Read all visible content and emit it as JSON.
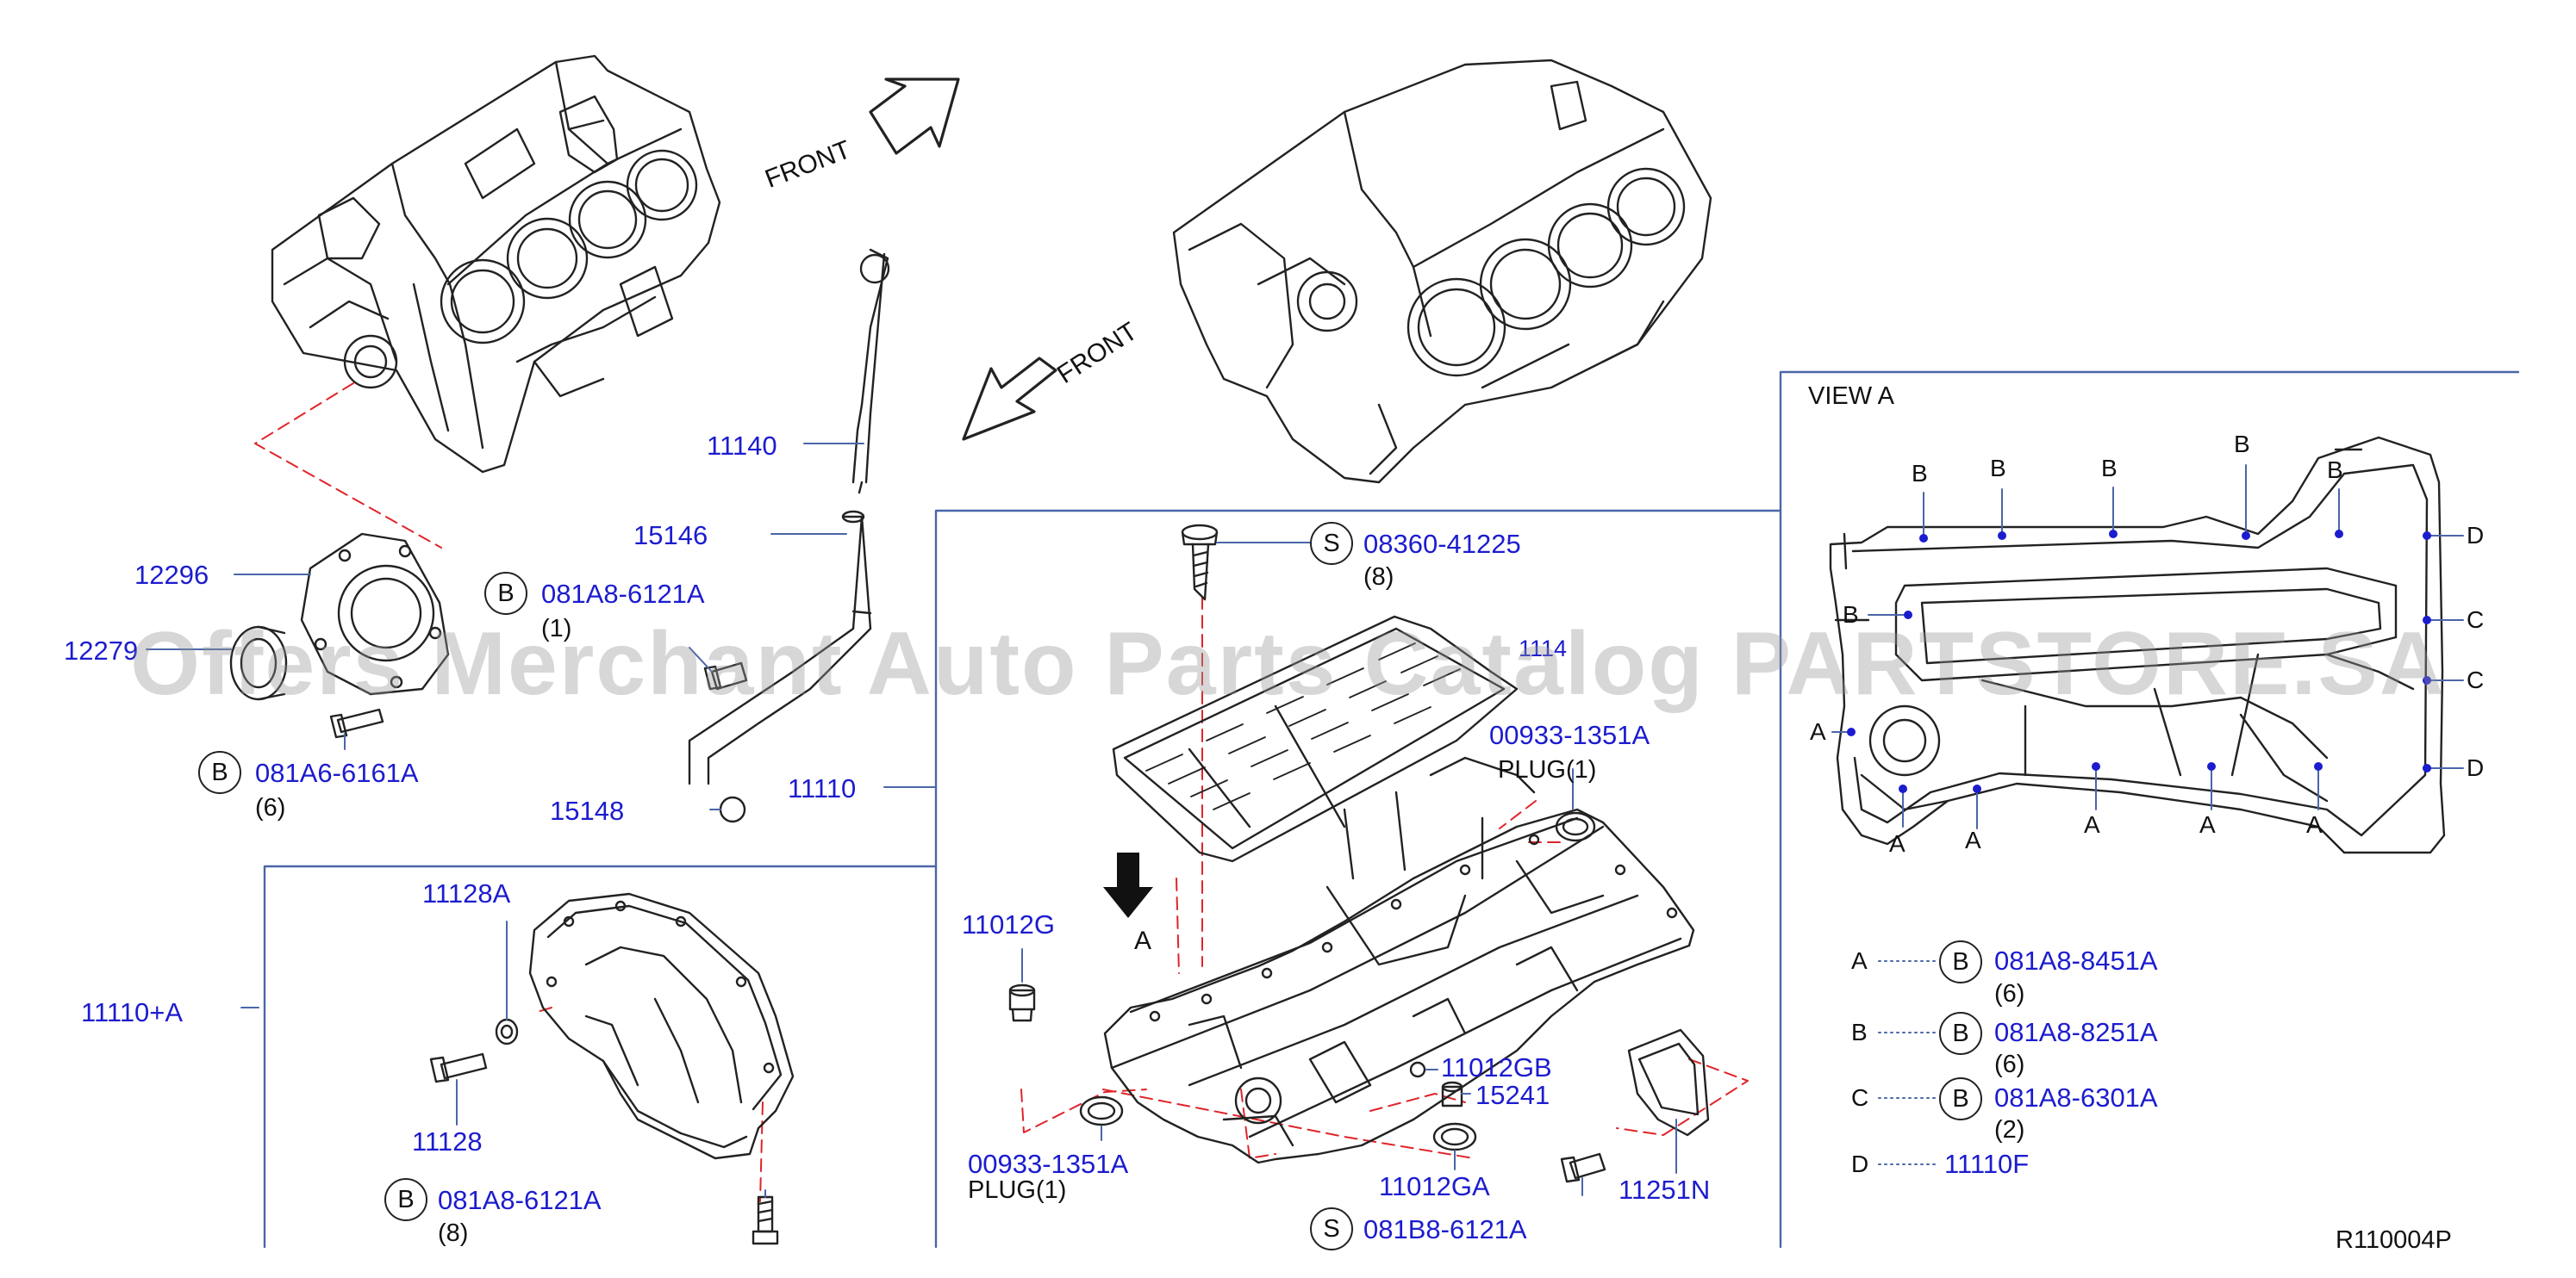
{
  "diagram": {
    "labels": {
      "front_upper": "FRONT",
      "front_lower": "FRONT",
      "view_a": "VIEW  A",
      "arrow_a": "A",
      "plug_right": "PLUG(1)",
      "plug_left": "PLUG(1)",
      "figure_ref": "R110004P"
    },
    "parts": {
      "p12296": "12296",
      "p12279": "12279",
      "p081A8_6121A_top": "081A8-6121A",
      "q081A8_6121A_top": "(1)",
      "p081A6_6161A": "081A6-6161A",
      "q081A6_6161A": "(6)",
      "p11140": "11140",
      "p15146": "15146",
      "p15148": "15148",
      "p11110": "11110",
      "p08360_41225": "08360-41225",
      "q08360_41225": "(8)",
      "p1114": "1114",
      "p00933_1351A_right": "00933-1351A",
      "p11012G": "11012G",
      "p00933_1351A_left": "00933-1351A",
      "p11012GB": "11012GB",
      "p15241": "15241",
      "p11012GA": "11012GA",
      "p11251N": "11251N",
      "p081B8_6121A": "081B8-6121A",
      "p11128A": "11128A",
      "p11110A": "11110+A",
      "p11128": "11128",
      "p081A8_6121A_bottom": "081A8-6121A",
      "q081A8_6121A_bottom": "(8)"
    },
    "circle_marks": {
      "b_top": "B",
      "b_left": "B",
      "s_top": "S",
      "s_bottom": "S",
      "b_bottom": "B"
    },
    "view_a_points": {
      "B1": "B",
      "B2": "B",
      "B3": "B",
      "B4": "B",
      "B5": "B",
      "B6": "B",
      "A1": "A",
      "A2": "A",
      "A3": "A",
      "A4": "A",
      "A5": "A",
      "A6": "A",
      "C1": "C",
      "C2": "C",
      "D1": "D",
      "D2": "D"
    },
    "legend": [
      {
        "key": "A",
        "circle": "B",
        "part": "081A8-8451A",
        "qty": "(6)"
      },
      {
        "key": "B",
        "circle": "B",
        "part": "081A8-8251A",
        "qty": "(6)"
      },
      {
        "key": "C",
        "circle": "B",
        "part": "081A8-6301A",
        "qty": "(2)"
      },
      {
        "key": "D",
        "circle": "",
        "part": "11110F",
        "qty": ""
      }
    ],
    "watermark": "Offers Merchant Auto Parts Catalog PARTSTORE.SA"
  },
  "colors": {
    "part_number": "#1c1ccf",
    "box_line": "#4a66a8",
    "dash_line": "#e0242a",
    "drawing": "#222222"
  }
}
